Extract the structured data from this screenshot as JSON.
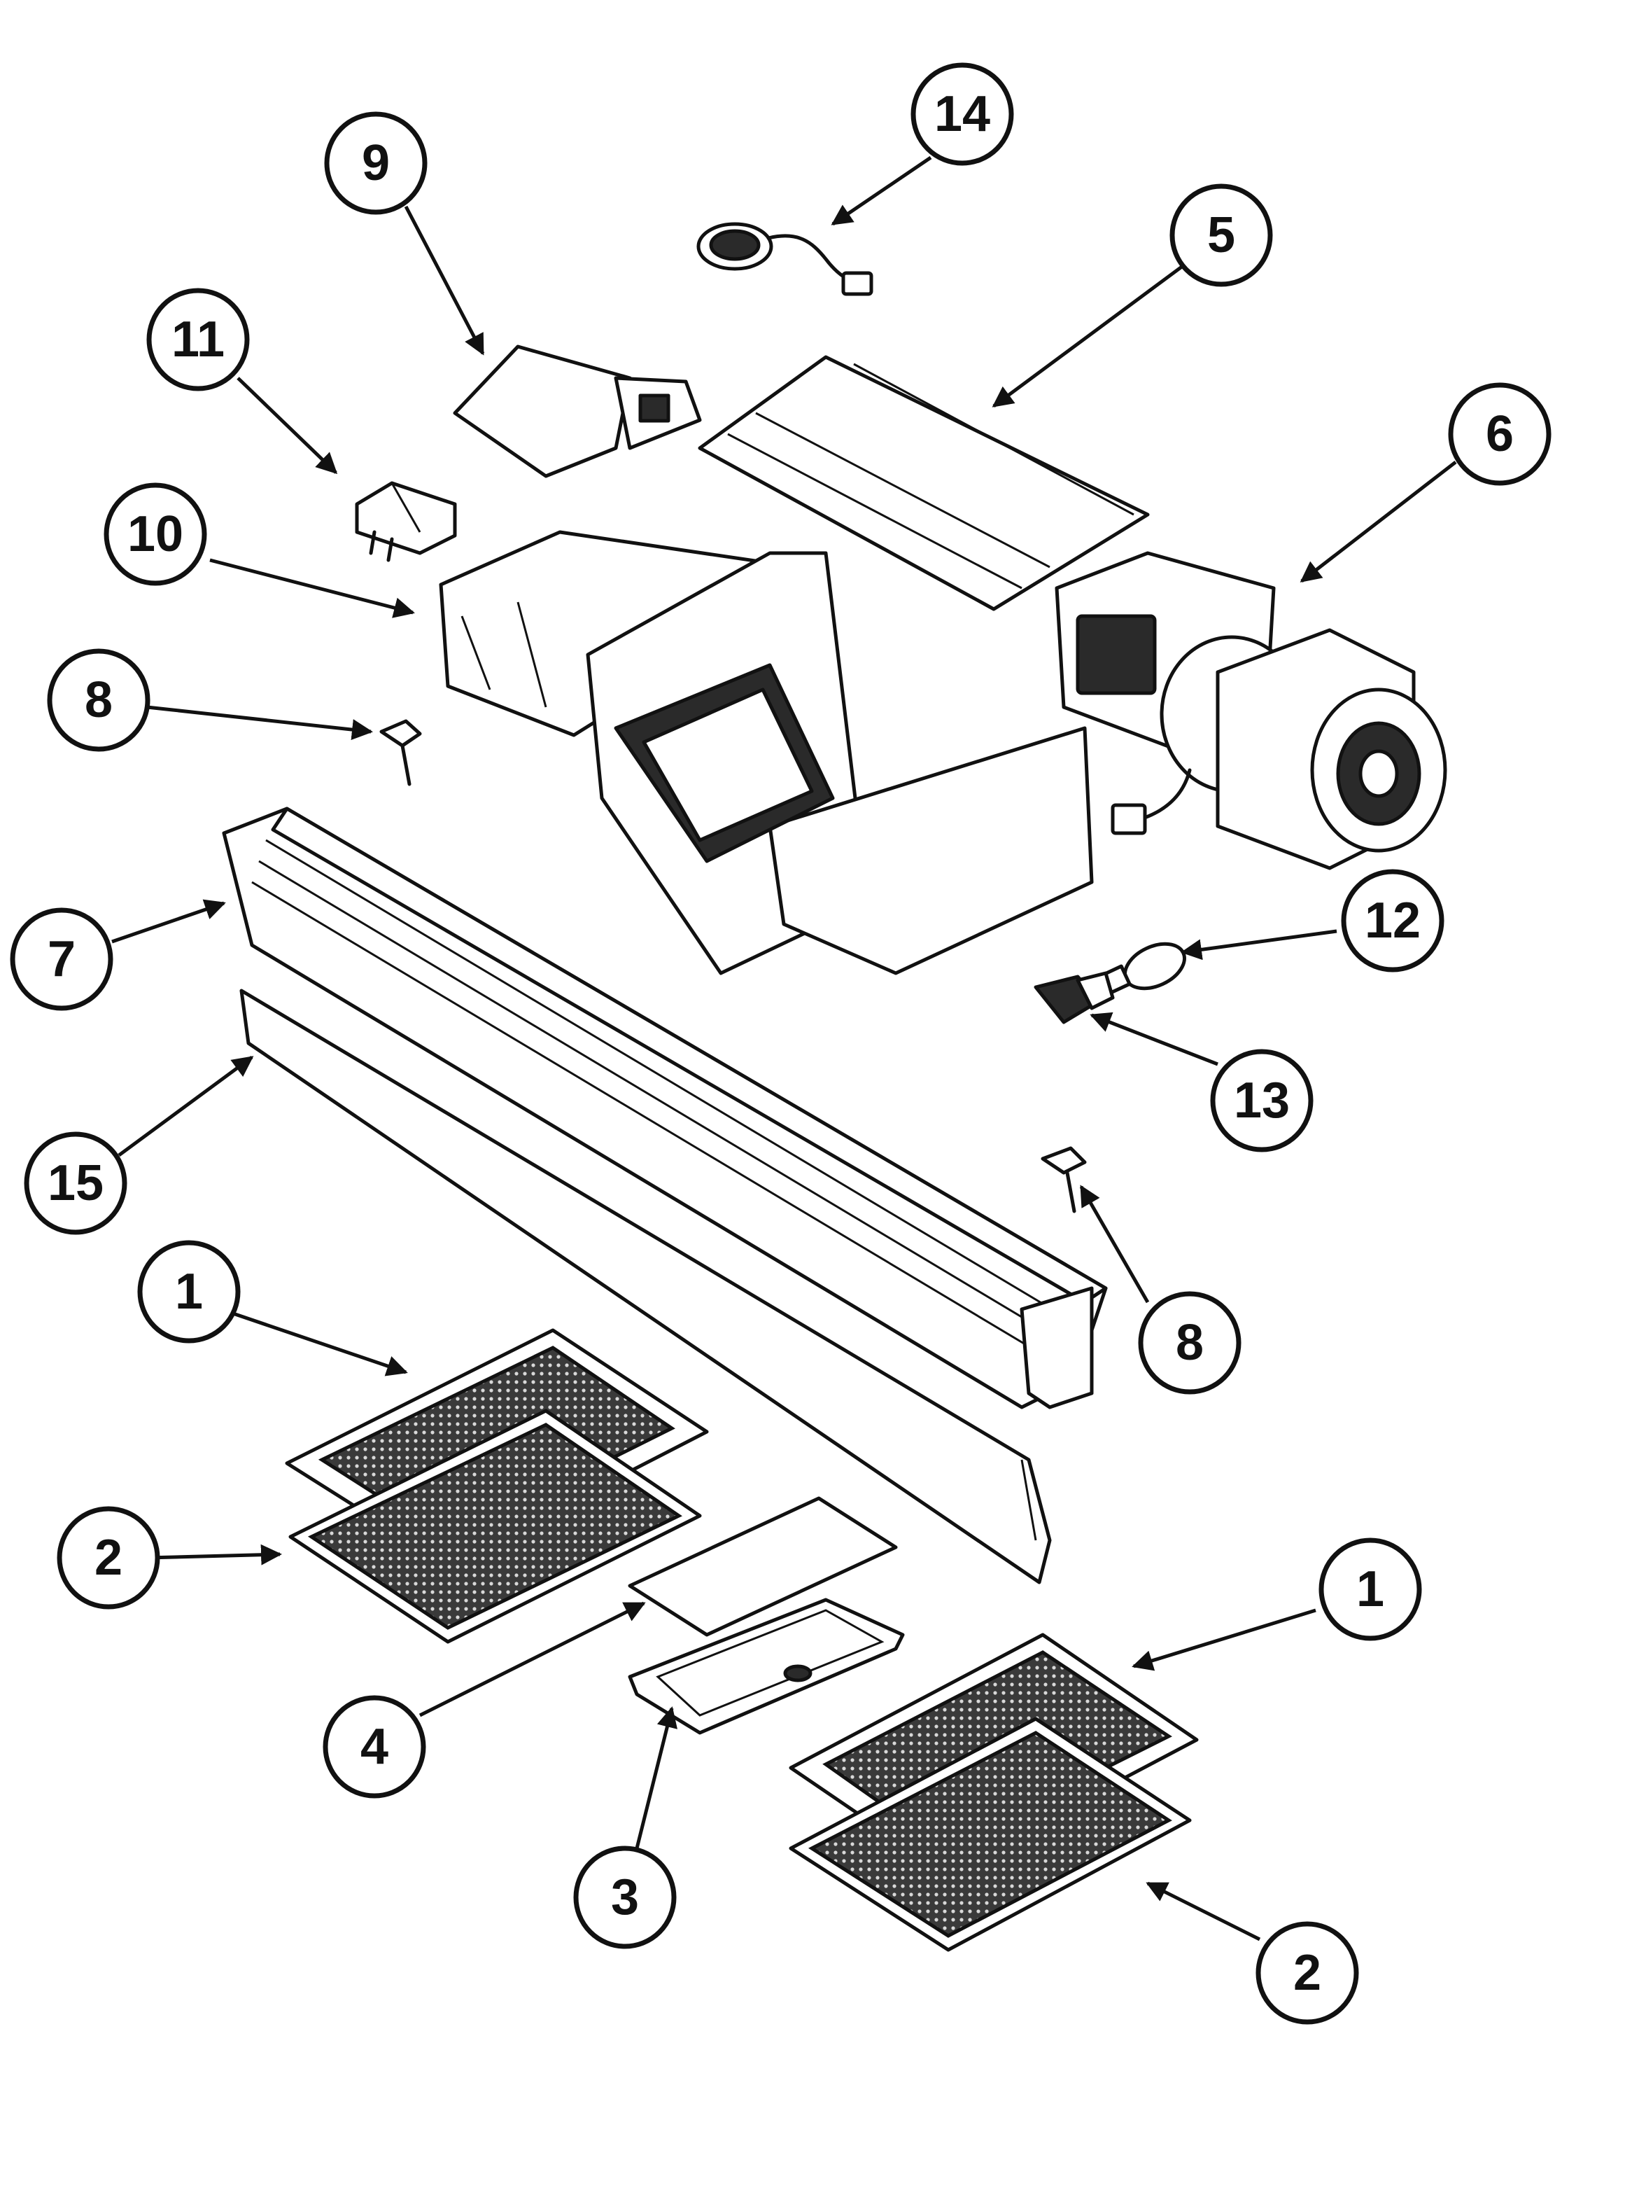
{
  "callouts": [
    {
      "id": "c14",
      "label": "14"
    },
    {
      "id": "c9",
      "label": "9"
    },
    {
      "id": "c5",
      "label": "5"
    },
    {
      "id": "c11",
      "label": "11"
    },
    {
      "id": "c6",
      "label": "6"
    },
    {
      "id": "c10",
      "label": "10"
    },
    {
      "id": "c8a",
      "label": "8"
    },
    {
      "id": "c7",
      "label": "7"
    },
    {
      "id": "c12",
      "label": "12"
    },
    {
      "id": "c13",
      "label": "13"
    },
    {
      "id": "c15",
      "label": "15"
    },
    {
      "id": "c8b",
      "label": "8"
    },
    {
      "id": "c1a",
      "label": "1"
    },
    {
      "id": "c2a",
      "label": "2"
    },
    {
      "id": "c1b",
      "label": "1"
    },
    {
      "id": "c4",
      "label": "4"
    },
    {
      "id": "c3",
      "label": "3"
    },
    {
      "id": "c2b",
      "label": "2"
    }
  ]
}
